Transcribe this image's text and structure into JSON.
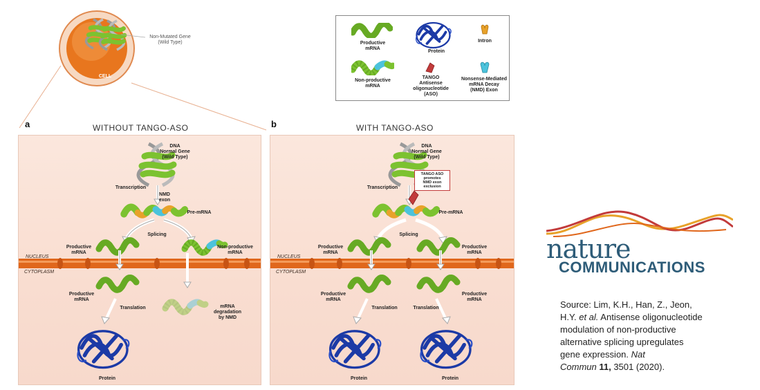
{
  "cell": {
    "gene_label": "Non-Mutated Gene\n(Wild Type)",
    "cell_label": "CELL"
  },
  "legend": {
    "productive": "Productive\nmRNA",
    "protein": "Protein",
    "intron": "Intron",
    "nonproductive": "Non-productive\nmRNA",
    "aso": "TANGO\nAntisense\noligonucleotide\n(ASO)",
    "nmd": "Nonsense-Mediated\nmRNA Decay\n(NMD) Exon"
  },
  "panel_a": {
    "letter": "a",
    "title": "WITHOUT TANGO-ASO",
    "dna": "DNA\nNormal Gene\n(Wild Type)",
    "transcription": "Transcription",
    "nmd_exon": "NMD\nexon",
    "pre_mrna": "Pre-mRNA",
    "splicing": "Splicing",
    "productive_nuc": "Productive\nmRNA",
    "nonproductive_nuc": "Non-productive\nmRNA",
    "nucleus": "NUCLEUS",
    "cytoplasm": "CYTOPLASM",
    "productive_cyto": "Productive\nmRNA",
    "translation": "Translation",
    "degradation": "mRNA\ndegradation\nby NMD",
    "protein": "Protein"
  },
  "panel_b": {
    "letter": "b",
    "title": "WITH TANGO-ASO",
    "dna": "DNA\nNormal Gene\n(Wild Type)",
    "transcription": "Transcription",
    "tango_note": "TANGO ASO\npromotes\nNMD exon\nexclusion",
    "pre_mrna": "Pre-mRNA",
    "splicing": "Splicing",
    "productive_nuc_left": "Productive\nmRNA",
    "productive_nuc_right": "Productive\nmRNA",
    "nucleus": "NUCLEUS",
    "cytoplasm": "CYTOPLASM",
    "productive_cyto_left": "Productive\nmRNA",
    "productive_cyto_right": "Productive\nmRNA",
    "translation_left": "Translation",
    "translation_right": "Translation",
    "protein_left": "Protein",
    "protein_right": "Protein"
  },
  "journal": {
    "name_top": "nature",
    "name_bottom": "COMMUNICATIONS"
  },
  "source": {
    "line1": "Source: Lim, K.H., Han, Z., Jeon,",
    "line2a": "H.Y. ",
    "line2_etal": "et al.",
    "line2b": " Antisense oligonucleotide",
    "line3": "modulation of non-productive",
    "line4": "alternative splicing upregulates",
    "line5a": "gene expression. ",
    "line5_journal": "Nat",
    "line6_journal": "Commun",
    "line6_volume": " 11,",
    "line6_rest": " 3501 (2020)."
  },
  "colors": {
    "mrna_green": "#7cc230",
    "intron_orange": "#e8a22a",
    "nmd_cyan": "#4cc3dc",
    "protein_blue": "#1c3aa6",
    "membrane": "#e0671c",
    "aso_red": "#c23b3b",
    "journal_blue": "#2e5c78"
  }
}
